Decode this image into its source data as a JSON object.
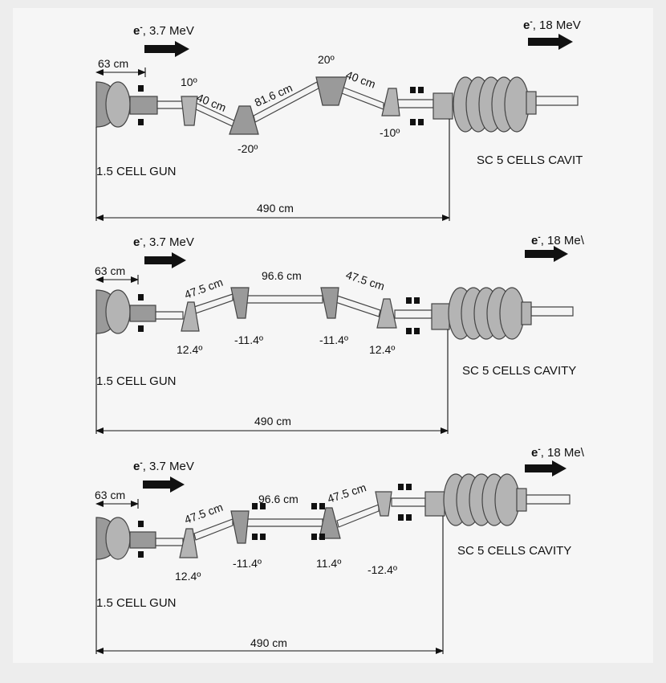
{
  "panels": [
    {
      "e_in": "e",
      "e_in_sup": "-",
      "e_in_val": ", 3.7 MeV",
      "e_out": "e",
      "e_out_sup": "-",
      "e_out_val": ", 18 MeV",
      "gun_len": "63 cm",
      "seg1": "40 cm",
      "seg2": "81.6 cm",
      "seg3": "40 cm",
      "ang1": "10º",
      "ang2": "-20º",
      "ang3": "20º",
      "ang4": "-10º",
      "gun_label": "1.5 CELL GUN",
      "cavity_label": "SC 5 CELLS CAVIT",
      "total_len": "490 cm"
    },
    {
      "e_in": "e",
      "e_in_sup": "-",
      "e_in_val": ", 3.7 MeV",
      "e_out": "e",
      "e_out_sup": "-",
      "e_out_val": ", 18 Me\\",
      "gun_len": "63 cm",
      "seg1": "47.5 cm",
      "seg2": "96.6 cm",
      "seg3": "47.5 cm",
      "ang1": "12.4º",
      "ang2": "-11.4º",
      "ang3": "-11.4º",
      "ang4": "12.4º",
      "gun_label": "1.5 CELL GUN",
      "cavity_label": "SC 5 CELLS CAVITY",
      "total_len": "490 cm"
    },
    {
      "e_in": "e",
      "e_in_sup": "-",
      "e_in_val": ", 3.7 MeV",
      "e_out": "e",
      "e_out_sup": "-",
      "e_out_val": ", 18 Me\\",
      "gun_len": "63 cm",
      "seg1": "47.5 cm",
      "seg2": "96.6 cm",
      "seg3": "47.5 cm",
      "ang1": "12.4º",
      "ang2": "-11.4º",
      "ang3": "11.4º",
      "ang4": "-12.4º",
      "gun_label": "1.5 CELL GUN",
      "cavity_label": "SC 5 CELLS CAVITY",
      "total_len": "490 cm"
    }
  ]
}
